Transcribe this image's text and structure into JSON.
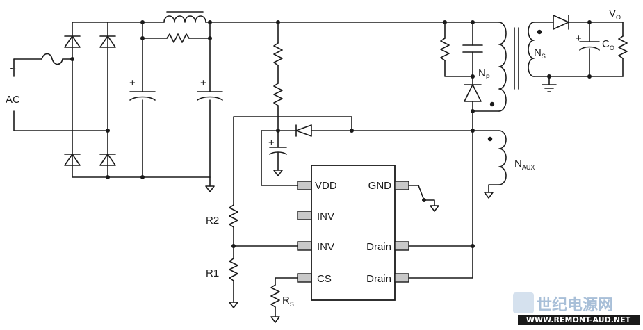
{
  "labels": {
    "ac_tilde": "~",
    "ac": "AC",
    "vo_main": "V",
    "vo_sub": "O",
    "co_main": "C",
    "co_sub": "O",
    "ns_main": "N",
    "ns_sub": "S",
    "np_main": "N",
    "np_sub": "P",
    "naux_main": "N",
    "naux_sub": "AUX",
    "r2": "R2",
    "r1": "R1",
    "rs_main": "R",
    "rs_sub": "S",
    "plus": "+"
  },
  "ic_pins": {
    "vdd": "VDD",
    "inv_top": "INV",
    "inv_bottom": "INV",
    "cs": "CS",
    "gnd": "GND",
    "drain_top": "Drain",
    "drain_bottom": "Drain"
  },
  "watermark": {
    "cn": "世纪电源网",
    "url": "WWW.REMONT-AUD.NET",
    "colors": {
      "text": "#a8bfd8",
      "url_bg": "#1a1a1a"
    }
  }
}
